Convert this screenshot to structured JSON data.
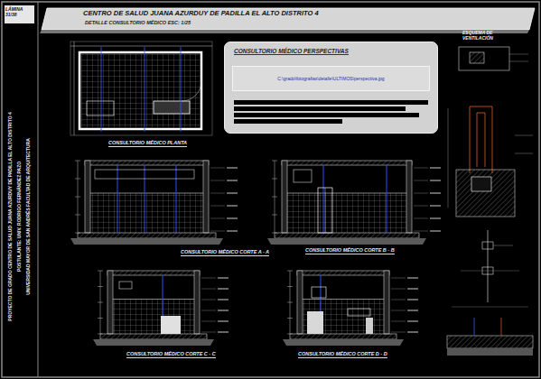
{
  "diagram": {
    "title": "CENTRO DE SALUD JUANA AZURDUY DE PADILLA EL ALTO DISTRITO 4",
    "nodes": [
      {
        "text": [
          "CONSULTORIO MÉDICO PERSPECTIVAS",
          "C:\\grado\\fotografias\\detalle\\ULTIMOS\\perspectiva.jpg"
        ]
      }
    ],
    "labels": [
      "LÁMINA 31/38",
      "DETALLE CONSULTORIO MÉDICO ESC: 1/25",
      "CONSULTORIO MÉDICO PLANTA",
      "CONSULTORIO MÉDICO CORTE A - A",
      "CONSULTORIO MÉDICO CORTE B - B",
      "CONSULTORIO MÉDICO CORTE C - C",
      "CONSULTORIO MÉDICO CORTE D - D",
      "ESQUEMA DE VENTILACIÓN",
      "PROYECTO DE GRADO CENTRO DE SALUD JUANA AZURDUY DE PADILLA EL ALTO DISTRITO 4",
      "POSTULANTE: UNIV. RODRIGO FERNÁNDEZ PAZO",
      "UNIVERSIDAD MAYOR DE SAN ANDRÉS FACULTAD DE ARQUITECTURA"
    ]
  }
}
